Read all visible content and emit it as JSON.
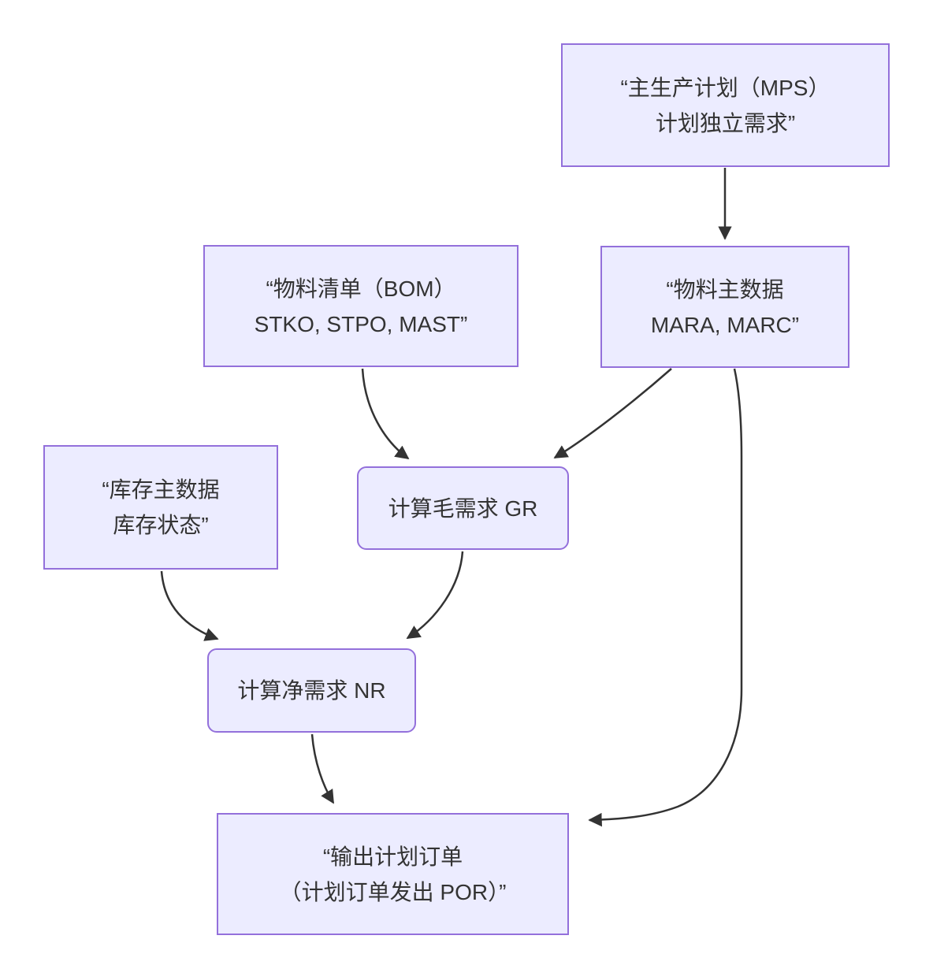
{
  "diagram": {
    "type": "flowchart",
    "colors": {
      "node_fill": "#ECECFF",
      "node_border": "#9370DB",
      "edge": "#333333",
      "text": "#333333",
      "background": "#ffffff"
    },
    "nodes": [
      {
        "id": "mps",
        "shape": "rect",
        "lines": [
          "“主生产计划（MPS）",
          "计划独立需求”"
        ]
      },
      {
        "id": "bom",
        "shape": "rect",
        "lines": [
          "“物料清单（BOM）",
          "STKO, STPO, MAST”"
        ]
      },
      {
        "id": "material-master",
        "shape": "rect",
        "lines": [
          "“物料主数据",
          "MARA, MARC”"
        ]
      },
      {
        "id": "inventory-master",
        "shape": "rect",
        "lines": [
          "“库存主数据",
          "库存状态”"
        ]
      },
      {
        "id": "gross-requirement",
        "shape": "rounded",
        "lines": [
          "计算毛需求 GR"
        ]
      },
      {
        "id": "net-requirement",
        "shape": "rounded",
        "lines": [
          "计算净需求 NR"
        ]
      },
      {
        "id": "planned-order-output",
        "shape": "rect",
        "lines": [
          "“输出计划订单",
          "（计划订单发出 POR）”"
        ]
      }
    ],
    "edges": [
      {
        "from": "mps",
        "to": "material-master"
      },
      {
        "from": "bom",
        "to": "gross-requirement"
      },
      {
        "from": "material-master",
        "to": "gross-requirement"
      },
      {
        "from": "gross-requirement",
        "to": "net-requirement"
      },
      {
        "from": "inventory-master",
        "to": "net-requirement"
      },
      {
        "from": "net-requirement",
        "to": "planned-order-output"
      },
      {
        "from": "material-master",
        "to": "planned-order-output"
      }
    ]
  }
}
